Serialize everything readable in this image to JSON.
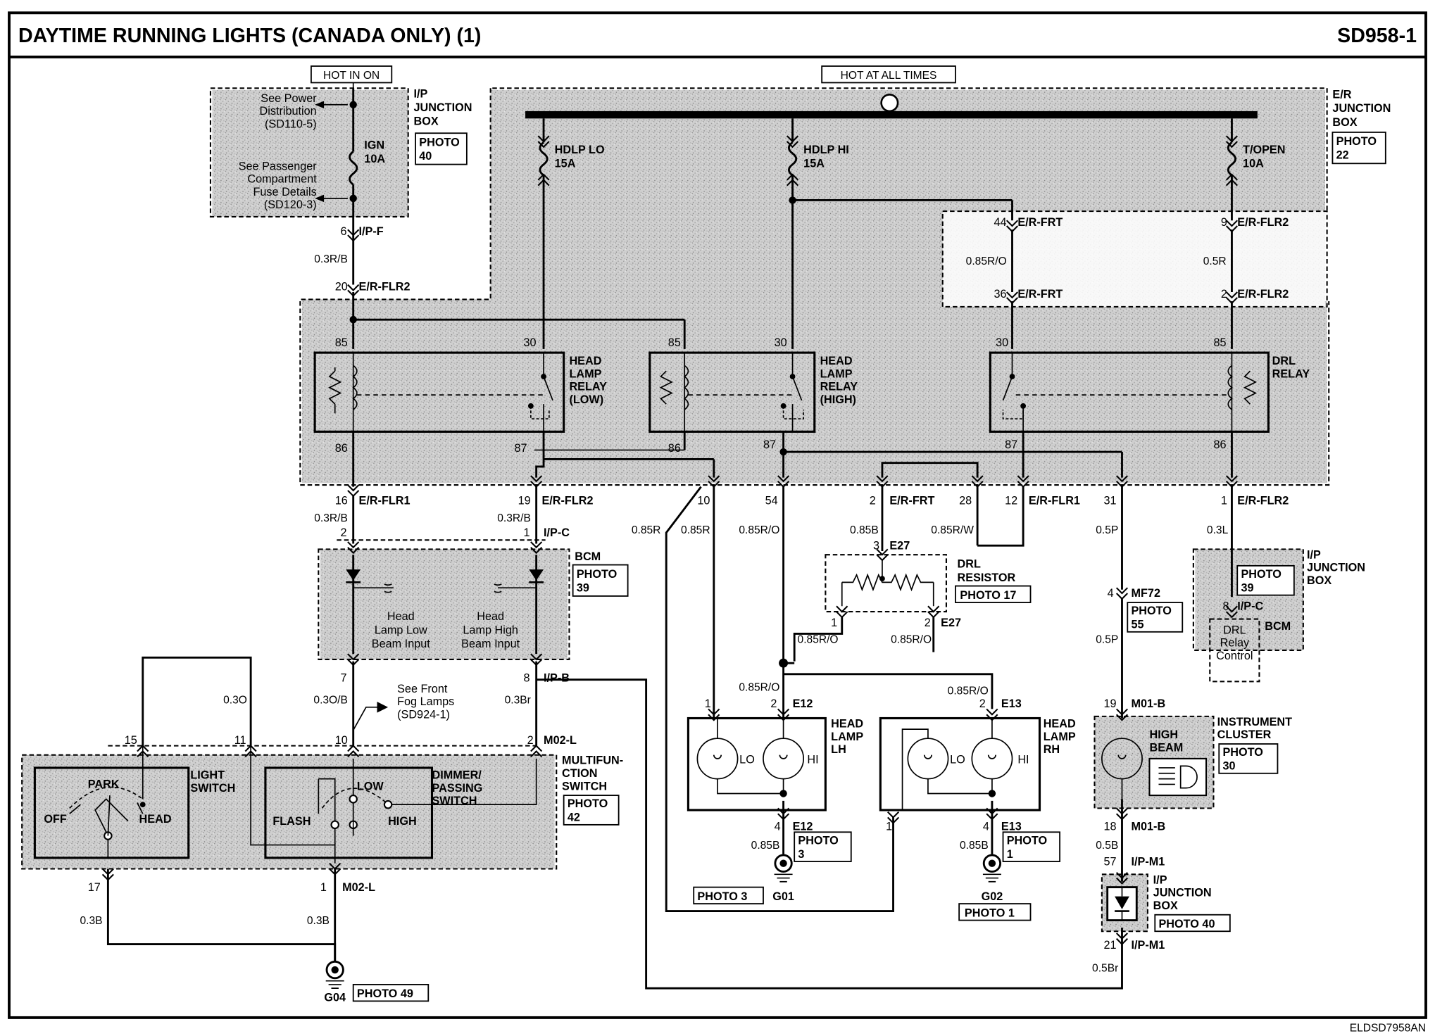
{
  "header": {
    "title": "DAYTIME RUNNING LIGHTS (CANADA ONLY) (1)",
    "page_code": "SD958-1",
    "footer_code": "ELDSD7958AN"
  },
  "power": {
    "hot_in_on": "HOT IN ON",
    "hot_at_all_times": "HOT AT ALL TIMES"
  },
  "ip_junction_top": {
    "title": [
      "I/P",
      "JUNCTION",
      "BOX"
    ],
    "photo": [
      "PHOTO",
      "40"
    ],
    "note_power": [
      "See Power",
      "Distribution",
      "(SD110-5)"
    ],
    "note_fuse": [
      "See Passenger",
      "Compartment",
      "Fuse Details",
      "(SD120-3)"
    ],
    "fuse": [
      "IGN",
      "10A"
    ]
  },
  "er_junction": {
    "title": [
      "E/R",
      "JUNCTION",
      "BOX"
    ],
    "photo": [
      "PHOTO",
      "22"
    ],
    "fuses": [
      [
        "HDLP LO",
        "15A"
      ],
      [
        "HDLP HI",
        "15A"
      ],
      [
        "T/OPEN",
        "10A"
      ]
    ]
  },
  "relays": {
    "low": [
      "HEAD",
      "LAMP",
      "RELAY",
      "(LOW)"
    ],
    "high": [
      "HEAD",
      "LAMP",
      "RELAY",
      "(HIGH)"
    ],
    "drl": [
      "DRL",
      "RELAY"
    ]
  },
  "bcm": {
    "title": "BCM",
    "photo": [
      "PHOTO",
      "39"
    ],
    "low_input": [
      "Head",
      "Lamp Low",
      "Beam Input"
    ],
    "high_input": [
      "Head",
      "Lamp High",
      "Beam Input"
    ]
  },
  "drl_resistor": {
    "title": [
      "DRL",
      "RESISTOR"
    ],
    "photo": "PHOTO 17"
  },
  "mf72_photo": [
    "PHOTO",
    "55"
  ],
  "ip_junction_right": {
    "title": [
      "I/P",
      "JUNCTION",
      "BOX"
    ],
    "photo": [
      "PHOTO",
      "39"
    ],
    "bcm": "BCM",
    "drl_relay_control": [
      "DRL",
      "Relay",
      "Control"
    ]
  },
  "head_lamps": {
    "lh": [
      "HEAD",
      "LAMP",
      "LH"
    ],
    "rh": [
      "HEAD",
      "LAMP",
      "RH"
    ],
    "lo": "LO",
    "hi": "HI"
  },
  "instrument_cluster": {
    "title": [
      "INSTRUMENT",
      "CLUSTER"
    ],
    "high_beam": [
      "HIGH",
      "BEAM"
    ],
    "photo": [
      "PHOTO",
      "30"
    ]
  },
  "ip_junction_bottom": {
    "title": [
      "I/P",
      "JUNCTION",
      "BOX"
    ],
    "photo": "PHOTO 40"
  },
  "multifunction": {
    "title": [
      "MULTIFUN-",
      "CTION",
      "SWITCH"
    ],
    "photo": [
      "PHOTO",
      "42"
    ],
    "light_switch": [
      "LIGHT",
      "SWITCH"
    ],
    "dimmer": [
      "DIMMER/",
      "PASSING",
      "SWITCH"
    ],
    "park": "PARK",
    "off": "OFF",
    "head": "HEAD",
    "flash": "FLASH",
    "low": "LOW",
    "high": "HIGH",
    "fog_note": [
      "See Front",
      "Fog Lamps",
      "(SD924-1)"
    ]
  },
  "grounds": {
    "g01": "G01",
    "g02": "G02",
    "g04": "G04",
    "photo_g01_left": "PHOTO 3",
    "photo_e12": [
      "PHOTO",
      "3"
    ],
    "photo_e13": [
      "PHOTO",
      "1"
    ],
    "photo_g02": "PHOTO 1",
    "photo_g04": "PHOTO 49"
  },
  "connectors": {
    "ip_f": "I/P-F",
    "er_flr2": "E/R-FLR2",
    "er_frt": "E/R-FRT",
    "er_flr1": "E/R-FLR1",
    "ip_c": "I/P-C",
    "ip_b": "I/P-B",
    "m02l": "M02-L",
    "e27": "E27",
    "e12": "E12",
    "e13": "E13",
    "mf72": "MF72",
    "m01b": "M01-B",
    "ip_m1": "I/P-M1"
  },
  "pins": {
    "p6": "6",
    "p20": "20",
    "p16": "16",
    "p19": "19",
    "p2": "2",
    "p1": "1",
    "p7": "7",
    "p8": "8",
    "p15": "15",
    "p11": "11",
    "p10": "10",
    "p17": "17",
    "p44": "44",
    "p36": "36",
    "p9": "9",
    "p54": "54",
    "p28": "28",
    "p12": "12",
    "p31": "31",
    "p3": "3",
    "p4": "4",
    "p18": "18",
    "p57": "57",
    "p21": "21",
    "r85": "85",
    "r30": "30",
    "r86": "86",
    "r87": "87"
  },
  "wires": {
    "w03RB": "0.3R/B",
    "w03OB": "0.3O/B",
    "w03O": "0.3O",
    "w03Br": "0.3Br",
    "w03B": "0.3B",
    "w085RO": "0.85R/O",
    "w05R": "0.5R",
    "w085R": "0.85R",
    "w085B": "0.85B",
    "w085RW": "0.85R/W",
    "w05P": "0.5P",
    "w03L": "0.3L",
    "w05B": "0.5B",
    "w05Br": "0.5Br"
  }
}
